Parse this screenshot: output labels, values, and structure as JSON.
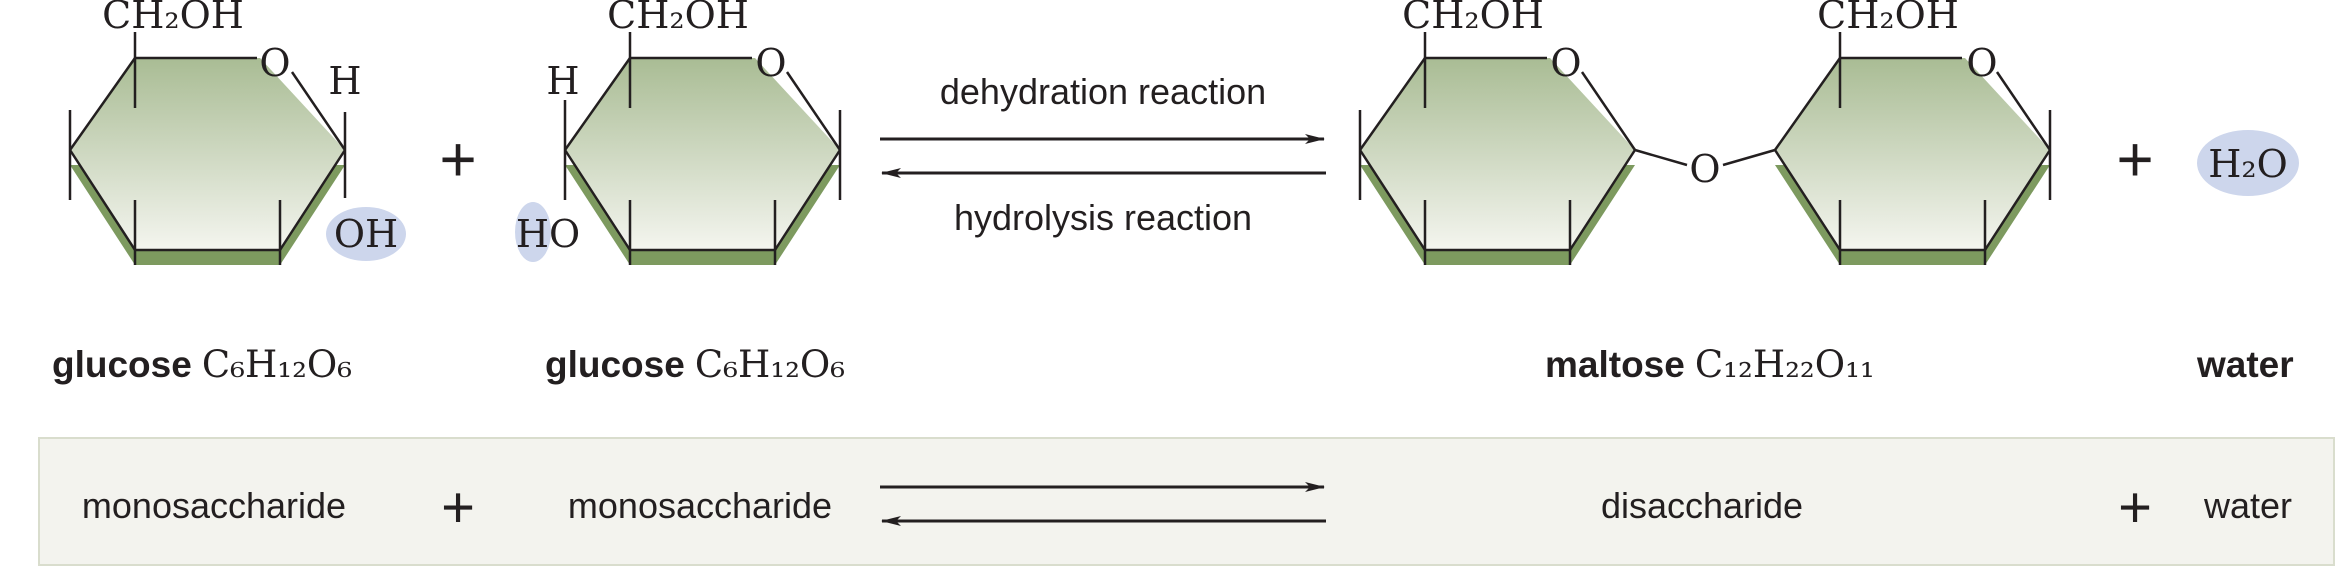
{
  "colors": {
    "ring_top": "#a9bc94",
    "ring_bottom": "#f4f5ef",
    "ring_edge": "#7d9a5f",
    "highlight": "#cdd6ec",
    "panel_bg": "#f3f3ee",
    "panel_border": "#d9ddcd",
    "ink": "#231f20"
  },
  "reaction": {
    "forward_label": "dehydration reaction",
    "reverse_label": "hydrolysis reaction",
    "plus": "+"
  },
  "molecules": {
    "glucose1": {
      "group": "CH₂OH",
      "ring_o": "O",
      "h": "H",
      "oh": "OH"
    },
    "glucose2": {
      "group": "CH₂OH",
      "ring_o": "O",
      "h": "H",
      "ho": "HO"
    },
    "maltose": {
      "group_left": "CH₂OH",
      "group_right": "CH₂OH",
      "ring_o_left": "O",
      "ring_o_right": "O",
      "bridge_o": "O"
    },
    "water": {
      "formula": "H₂O"
    }
  },
  "labels": {
    "glucose1": {
      "name": "glucose",
      "formula": "C₆H₁₂O₆"
    },
    "glucose2": {
      "name": "glucose",
      "formula": "C₆H₁₂O₆"
    },
    "maltose": {
      "name": "maltose",
      "formula": "C₁₂H₂₂O₁₁"
    },
    "water": {
      "name": "water"
    }
  },
  "summary": {
    "left": "monosaccharide",
    "middle": "monosaccharide",
    "product": "disaccharide",
    "water": "water",
    "plus": "+"
  }
}
